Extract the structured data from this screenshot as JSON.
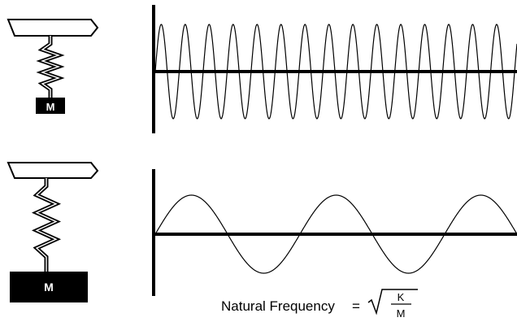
{
  "top_system": {
    "mass_label": "M"
  },
  "bottom_system": {
    "mass_label": "M"
  },
  "top_wave": {
    "cycles_shown": 15.1
  },
  "bottom_wave": {
    "cycles_shown": 2.5
  },
  "formula": {
    "label": "Natural Frequency",
    "equals": "=",
    "numerator": "K",
    "denominator": "M"
  }
}
